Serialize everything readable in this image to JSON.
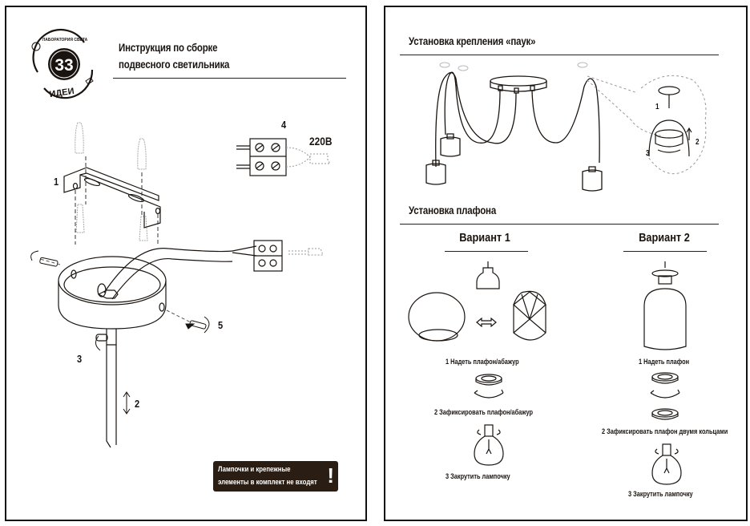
{
  "left_page": {
    "logo": {
      "arc_text_top": "ЛАБОРАТОРИЯ СВЕТА",
      "number": "33",
      "arc_text_bottom": "ИДЕИ"
    },
    "title_line1": "Инструкция по сборке",
    "title_line2": "подвесного светильника",
    "step_labels": {
      "s1": "1",
      "s2": "2",
      "s3": "3",
      "s4": "4",
      "s5": "5"
    },
    "voltage": "220В",
    "notice": {
      "line1": "Лампочки  и крепежные",
      "line2": "элементы в комплект не входят",
      "icon": "!"
    }
  },
  "right_page": {
    "section1_title": "Установка крепления «паук»",
    "spider_steps": {
      "s1": "1",
      "s2": "2",
      "s3": "3"
    },
    "section2_title": "Установка плафона",
    "variant1": {
      "title": "Вариант 1",
      "step1": "1 Надеть плафон/абажур",
      "step2": "2 Зафиксировать плафон/абажур",
      "step3": "3 Закрутить лампочку"
    },
    "variant2": {
      "title": "Вариант 2",
      "step1": "1 Надеть плафон",
      "step2": "2 Зафиксировать плафон двумя кольцами",
      "step3": "3 Закрутить лампочку"
    }
  },
  "colors": {
    "ink": "#1a1410",
    "notice_bg": "#2a1d14",
    "dashed": "#999999"
  }
}
